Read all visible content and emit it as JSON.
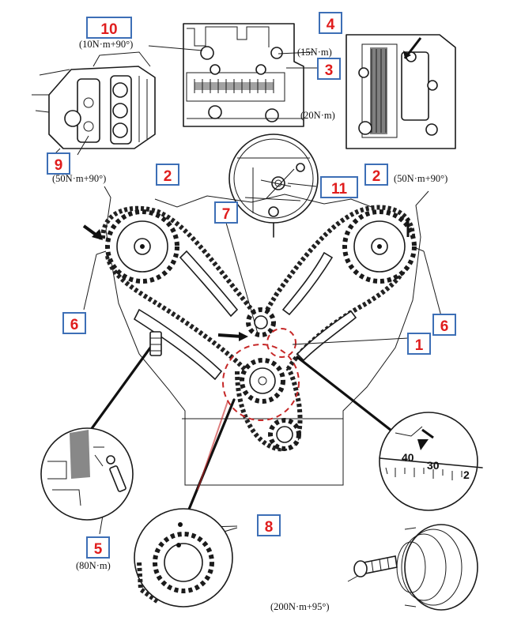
{
  "diagram": {
    "callouts": [
      {
        "id": "c1",
        "label": "1"
      },
      {
        "id": "c2a",
        "label": "2"
      },
      {
        "id": "c2b",
        "label": "2"
      },
      {
        "id": "c3",
        "label": "3"
      },
      {
        "id": "c4",
        "label": "4"
      },
      {
        "id": "c5",
        "label": "5"
      },
      {
        "id": "c6a",
        "label": "6"
      },
      {
        "id": "c6b",
        "label": "6"
      },
      {
        "id": "c7",
        "label": "7"
      },
      {
        "id": "c8",
        "label": "8"
      },
      {
        "id": "c9",
        "label": "9"
      },
      {
        "id": "c10",
        "label": "10"
      },
      {
        "id": "c11",
        "label": "11"
      }
    ],
    "torques": {
      "t10": "(10N·m+90°)",
      "t3": "(15N·m)",
      "t11": "(20N·m)",
      "t2a": "(50N·m+90°)",
      "t2b": "(50N·m+90°)",
      "t5": "(80N·m)",
      "t8": "(200N·m+95°)"
    },
    "dial_marks": [
      "40",
      "30",
      "2"
    ],
    "colors": {
      "badge_border": "#3d6fb6",
      "badge_text": "#e01d1d",
      "highlight_circle": "#c62828"
    }
  }
}
